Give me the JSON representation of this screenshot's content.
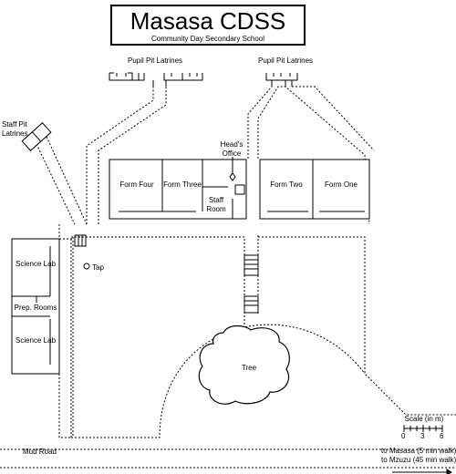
{
  "title": "Masasa CDSS",
  "subtitle": "Community Day Secondary School",
  "labels": {
    "pupil_latrines_left": "Pupil Pit Latrines",
    "pupil_latrines_right": "Pupil Pit Latrines",
    "staff_latrines_line1": "Staff Pit",
    "staff_latrines_line2": "Latrines",
    "heads_office_line1": "Head's",
    "heads_office_line2": "Office",
    "form_four": "Form Four",
    "form_three": "Form Three",
    "staff_room_line1": "Staff",
    "staff_room_line2": "Room",
    "form_two": "Form Two",
    "form_one": "Form One",
    "science_lab_top": "Science Lab",
    "prep_rooms": "Prep. Rooms",
    "science_lab_bottom": "Science Lab",
    "tap": "Tap",
    "tree": "Tree",
    "mud_road": "Mud Road",
    "to_masasa": "to Masasa (5 min walk)",
    "to_mzuzu": "to Mzuzu (45 min walk)"
  },
  "scale": {
    "title": "Scale (in m)",
    "ticks": [
      "0",
      "3",
      "6"
    ]
  }
}
